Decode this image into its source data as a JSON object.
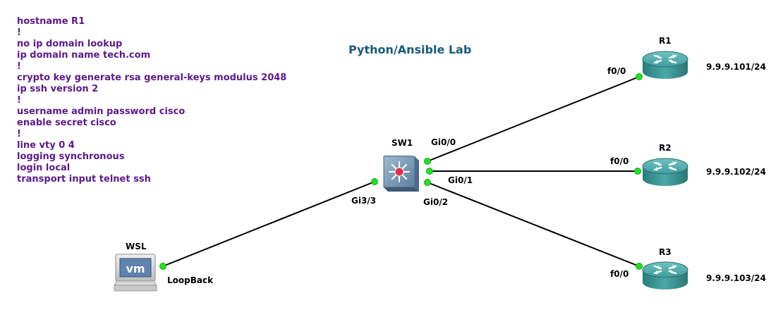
{
  "title": "Python/Ansible Lab",
  "config_lines": [
    "hostname R1",
    "!",
    "no ip domain lookup",
    "ip domain name tech.com",
    "!",
    "crypto key generate rsa general-keys modulus 2048",
    "ip ssh version 2",
    "!",
    "username admin password cisco",
    "enable secret cisco",
    "!",
    "line vty 0 4",
    "logging synchronous",
    "login local",
    "transport input telnet ssh"
  ],
  "nodes": {
    "r1": {
      "name": "R1",
      "ip": "9.9.9.101/24",
      "interface": "f0/0"
    },
    "r2": {
      "name": "R2",
      "ip": "9.9.9.102/24",
      "interface": "f0/0"
    },
    "r3": {
      "name": "R3",
      "ip": "9.9.9.103/24",
      "interface": "f0/0"
    },
    "sw1": {
      "name": "SW1",
      "ports": {
        "r1": "Gi0/0",
        "r2": "Gi0/1",
        "r3": "Gi0/2",
        "wsl": "Gi3/3"
      }
    },
    "wsl": {
      "name": "WSL",
      "interface": "LoopBack",
      "logo": "vm"
    }
  },
  "colors": {
    "config_text": "#5c1a8c",
    "title": "#1a5a7a",
    "link": "#000000",
    "port_dot": "#22e022",
    "router": "#2f8f8f",
    "switch": "#6d8fb0"
  },
  "icons": [
    "router-icon",
    "switch-icon",
    "workstation-icon"
  ]
}
